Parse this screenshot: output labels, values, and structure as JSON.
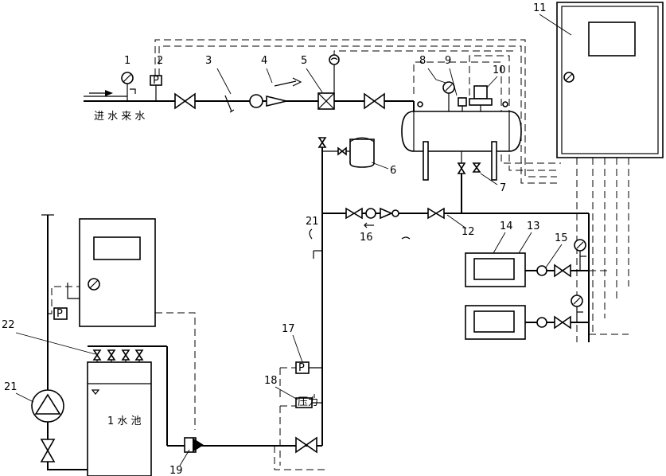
{
  "diagram": {
    "labels": [
      "1",
      "2",
      "3",
      "4",
      "5",
      "6",
      "7",
      "8",
      "9",
      "10",
      "11",
      "12",
      "13",
      "14",
      "15",
      "16",
      "17",
      "18",
      "19",
      "21",
      "21",
      "22"
    ],
    "inlet_note": "进 水 来 水",
    "gauge_p_symbol": "P",
    "switch_symbol": "压力",
    "tank_note": "1 水 池",
    "colors": {
      "line": "#000000",
      "background": "#ffffff"
    }
  }
}
